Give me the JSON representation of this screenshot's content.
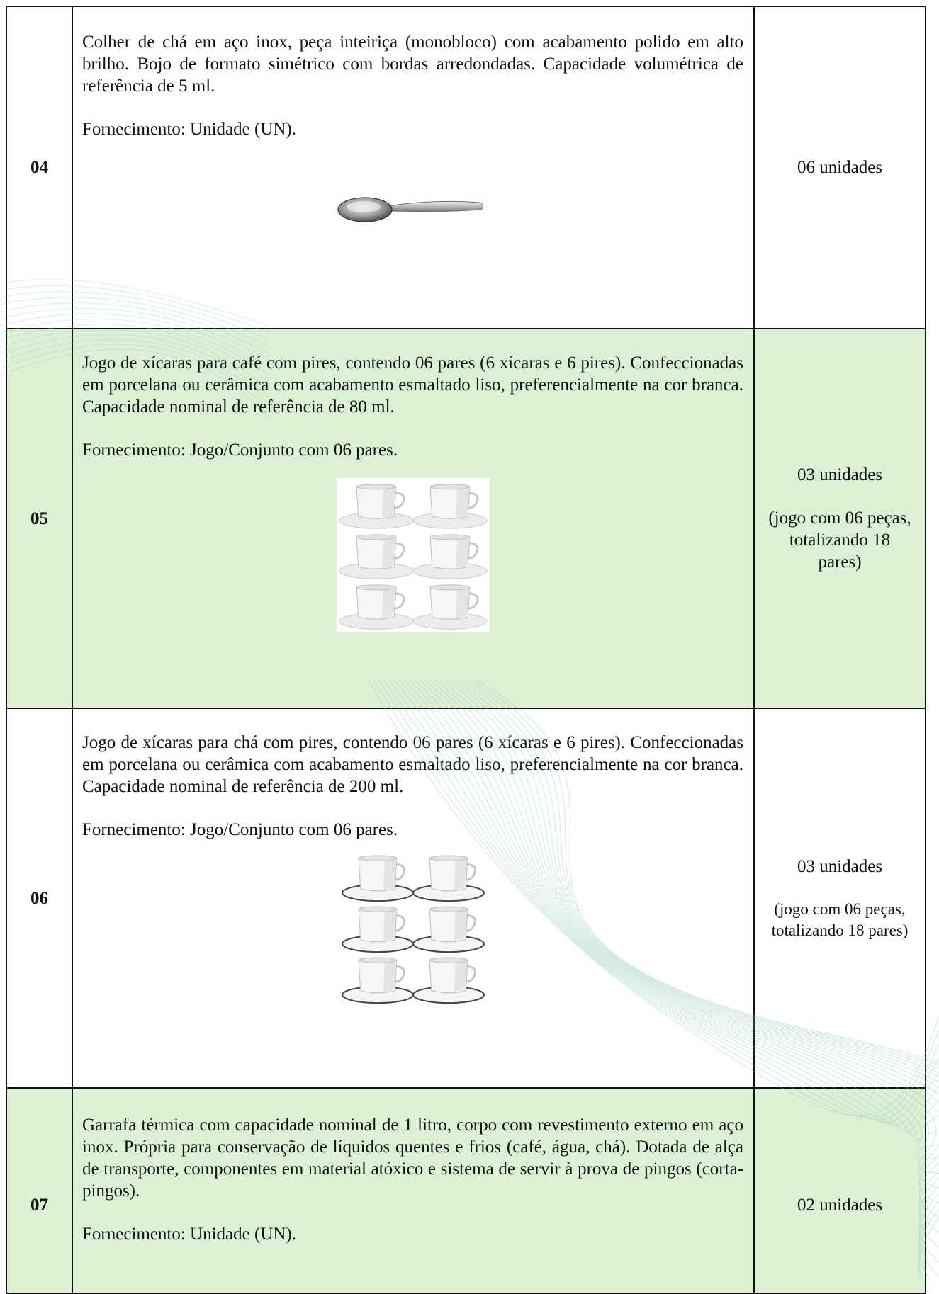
{
  "items": [
    {
      "number": "04",
      "description": "Colher de chá em aço inox, peça inteiriça (monobloco) com acabamento polido em alto brilho. Bojo de formato simétrico com bordas arredondadas. Capacidade volumétrica de referência de 5 ml.",
      "supply": "Fornecimento: Unidade (UN).",
      "quantity": "06 unidades",
      "quantity_note": "",
      "image": "teaspoon-photo"
    },
    {
      "number": "05",
      "description": "Jogo de xícaras para café com pires, contendo 06 pares (6 xícaras e 6 pires). Confeccionadas em porcelana ou cerâmica com acabamento esmaltado liso, preferencialmente na cor branca. Capacidade nominal de referência de 80 ml.",
      "supply": "Fornecimento: Jogo/Conjunto com 06 pares.",
      "quantity": "03 unidades",
      "quantity_note": "(jogo com 06 peças, totalizando 18 pares)",
      "image": "coffee-cups-set-photo"
    },
    {
      "number": "06",
      "description": "Jogo de xícaras para chá com pires, contendo 06 pares (6 xícaras e 6 pires). Confeccionadas em porcelana ou cerâmica com acabamento esmaltado liso, preferencialmente na cor branca. Capacidade nominal de referência de 200 ml.",
      "supply": "Fornecimento: Jogo/Conjunto com 06 pares.",
      "quantity": "03 unidades",
      "quantity_note": "(jogo com 06 peças, totalizando 18 pares)",
      "image": "tea-cups-set-photo"
    },
    {
      "number": "07",
      "description": "Garrafa térmica com capacidade nominal de 1 litro, corpo com revestimento externo em aço inox. Própria para conservação de líquidos quentes e frios (café, água, chá). Dotada de alça de transporte, componentes em material atóxico e sistema de servir à prova de pingos (corta-pingos).",
      "supply": "Fornecimento: Unidade (UN).",
      "quantity": "02 unidades",
      "quantity_note": ""
    }
  ],
  "colors": {
    "row_green": "#dcf1d3",
    "border": "#111111",
    "watermark": "#8fc9bd"
  }
}
